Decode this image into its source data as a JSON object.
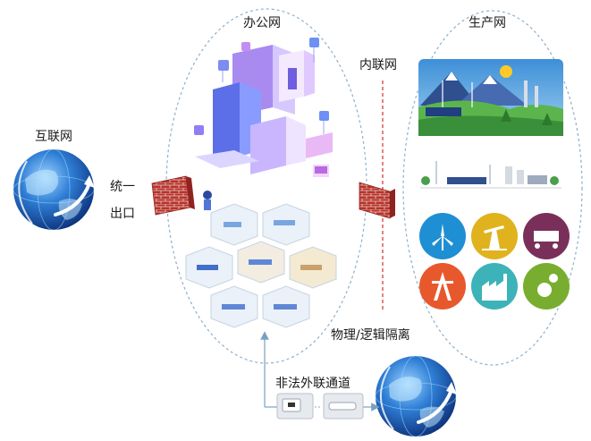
{
  "labels": {
    "internet": "互联网",
    "unified_exit_line1": "统一",
    "unified_exit_line2": "出口",
    "office_network": "办公网",
    "intranet": "内联网",
    "production_network": "生产网",
    "isolation": "物理/逻辑隔离",
    "illegal_channel": "非法外联通道"
  },
  "colors": {
    "ellipse_border": "#8fb0c8",
    "isolation_line": "#d9302b",
    "firewall": "#b8322c",
    "globe_dark": "#0d3d8f",
    "globe_light": "#3a8fe0",
    "arrow": "#7aa0bf"
  },
  "production_icons": [
    {
      "name": "wind-turbine-icon",
      "color": "#1f8fd3"
    },
    {
      "name": "oil-pump-icon",
      "color": "#e0b21d"
    },
    {
      "name": "tanker-icon",
      "color": "#7a2f5a"
    },
    {
      "name": "power-tower-icon",
      "color": "#e8582d"
    },
    {
      "name": "factory-icon",
      "color": "#3bb3b8"
    },
    {
      "name": "gears-icon",
      "color": "#79ad2f"
    }
  ]
}
